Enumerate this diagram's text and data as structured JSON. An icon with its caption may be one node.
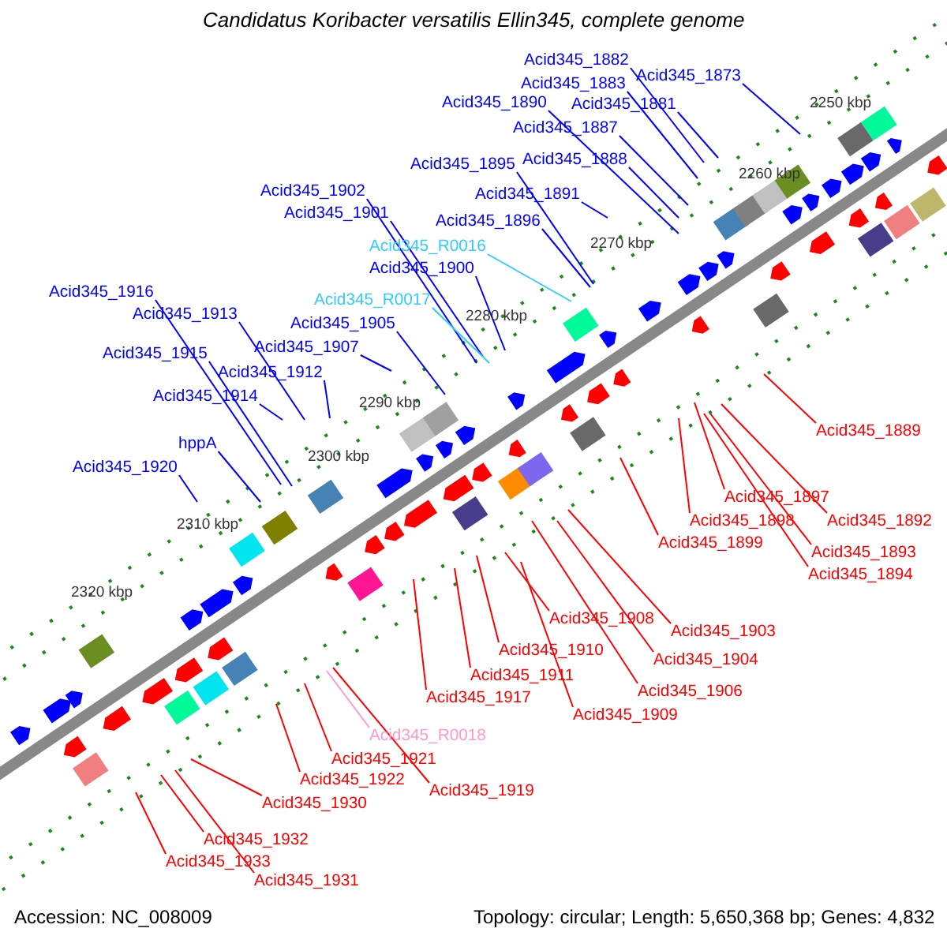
{
  "diagram": {
    "title": "Candidatus Koribacter versatilis Ellin345, complete genome",
    "nodes": [
      {
        "text": [
          "Acid345_1882"
        ]
      },
      {
        "text": [
          "Acid345_1883"
        ]
      },
      {
        "text": [
          "Acid345_1873"
        ]
      },
      {
        "text": [
          "Acid345_1890"
        ]
      },
      {
        "text": [
          "Acid345_1881"
        ]
      },
      {
        "text": [
          "Acid345_1887"
        ]
      },
      {
        "text": [
          "Acid345_1888"
        ]
      },
      {
        "text": [
          "Acid345_1895"
        ]
      },
      {
        "text": [
          "Acid345_1891"
        ]
      },
      {
        "text": [
          "Acid345_1896"
        ]
      },
      {
        "text": [
          "Acid345_1902"
        ]
      },
      {
        "text": [
          "Acid345_1901"
        ]
      },
      {
        "text": [
          "Acid345_R0016"
        ]
      },
      {
        "text": [
          "Acid345_1900"
        ]
      },
      {
        "text": [
          "Acid345_R0017"
        ]
      },
      {
        "text": [
          "Acid345_1905"
        ]
      },
      {
        "text": [
          "Acid345_1916"
        ]
      },
      {
        "text": [
          "Acid345_1913"
        ]
      },
      {
        "text": [
          "Acid345_1907"
        ]
      },
      {
        "text": [
          "Acid345_1915"
        ]
      },
      {
        "text": [
          "Acid345_1912"
        ]
      },
      {
        "text": [
          "Acid345_1914"
        ]
      },
      {
        "text": [
          "hppA"
        ]
      },
      {
        "text": [
          "Acid345_1920"
        ]
      },
      {
        "text": [
          "Acid345_1889"
        ]
      },
      {
        "text": [
          "Acid345_1897"
        ]
      },
      {
        "text": [
          "Acid345_1892"
        ]
      },
      {
        "text": [
          "Acid345_1898"
        ]
      },
      {
        "text": [
          "Acid345_1899"
        ]
      },
      {
        "text": [
          "Acid345_1893"
        ]
      },
      {
        "text": [
          "Acid345_1894"
        ]
      },
      {
        "text": [
          "Acid345_1903"
        ]
      },
      {
        "text": [
          "Acid345_1908"
        ]
      },
      {
        "text": [
          "Acid345_1904"
        ]
      },
      {
        "text": [
          "Acid345_1910"
        ]
      },
      {
        "text": [
          "Acid345_1906"
        ]
      },
      {
        "text": [
          "Acid345_1911"
        ]
      },
      {
        "text": [
          "Acid345_1909"
        ]
      },
      {
        "text": [
          "Acid345_1917"
        ]
      },
      {
        "text": [
          "Acid345_R0018"
        ]
      },
      {
        "text": [
          "Acid345_1921"
        ]
      },
      {
        "text": [
          "Acid345_1922"
        ]
      },
      {
        "text": [
          "Acid345_1919"
        ]
      },
      {
        "text": [
          "Acid345_1930"
        ]
      },
      {
        "text": [
          "Acid345_1932"
        ]
      },
      {
        "text": [
          "Acid345_1933"
        ]
      },
      {
        "text": [
          "Acid345_1931"
        ]
      }
    ],
    "edges": [
      {
        "from": 0,
        "to": null,
        "arrow": "none",
        "color": "#0000ff"
      },
      {
        "from": 1,
        "to": null,
        "arrow": "none",
        "color": "#0000ff"
      },
      {
        "from": 2,
        "to": null,
        "arrow": "none",
        "color": "#0000ff"
      },
      {
        "from": 3,
        "to": null,
        "arrow": "none",
        "color": "#0000ff"
      },
      {
        "from": 4,
        "to": null,
        "arrow": "none",
        "color": "#0000ff"
      },
      {
        "from": 5,
        "to": null,
        "arrow": "none",
        "color": "#0000ff"
      },
      {
        "from": 6,
        "to": null,
        "arrow": "none",
        "color": "#0000ff"
      },
      {
        "from": 7,
        "to": null,
        "arrow": "none",
        "color": "#0000ff"
      },
      {
        "from": 8,
        "to": null,
        "arrow": "none",
        "color": "#0000ff"
      },
      {
        "from": 9,
        "to": null,
        "arrow": "none",
        "color": "#0000ff"
      },
      {
        "from": 10,
        "to": null,
        "arrow": "none",
        "color": "#0000ff"
      },
      {
        "from": 11,
        "to": null,
        "arrow": "none",
        "color": "#0000ff"
      },
      {
        "from": 12,
        "to": null,
        "arrow": "none",
        "color": "#33ccff"
      },
      {
        "from": 13,
        "to": null,
        "arrow": "none",
        "color": "#0000ff"
      },
      {
        "from": 14,
        "to": null,
        "arrow": "none",
        "color": "#33ccff"
      },
      {
        "from": 15,
        "to": null,
        "arrow": "none",
        "color": "#0000ff"
      },
      {
        "from": 16,
        "to": null,
        "arrow": "none",
        "color": "#0000ff"
      },
      {
        "from": 17,
        "to": null,
        "arrow": "none",
        "color": "#0000ff"
      },
      {
        "from": 18,
        "to": null,
        "arrow": "none",
        "color": "#0000ff"
      },
      {
        "from": 19,
        "to": null,
        "arrow": "none",
        "color": "#0000ff"
      },
      {
        "from": 20,
        "to": null,
        "arrow": "none",
        "color": "#0000ff"
      },
      {
        "from": 21,
        "to": null,
        "arrow": "none",
        "color": "#0000ff"
      },
      {
        "from": 22,
        "to": null,
        "arrow": "none",
        "color": "#0000ff"
      },
      {
        "from": 23,
        "to": null,
        "arrow": "none",
        "color": "#0000ff"
      },
      {
        "from": 24,
        "to": null,
        "arrow": "none",
        "color": "#ff0000"
      },
      {
        "from": 25,
        "to": null,
        "arrow": "none",
        "color": "#ff0000"
      },
      {
        "from": 26,
        "to": null,
        "arrow": "none",
        "color": "#ff0000"
      },
      {
        "from": 27,
        "to": null,
        "arrow": "none",
        "color": "#ff0000"
      },
      {
        "from": 28,
        "to": null,
        "arrow": "none",
        "color": "#ff0000"
      },
      {
        "from": 29,
        "to": null,
        "arrow": "none",
        "color": "#ff0000"
      },
      {
        "from": 30,
        "to": null,
        "arrow": "none",
        "color": "#ff0000"
      },
      {
        "from": 31,
        "to": null,
        "arrow": "none",
        "color": "#ff0000"
      },
      {
        "from": 32,
        "to": null,
        "arrow": "none",
        "color": "#ff0000"
      },
      {
        "from": 33,
        "to": null,
        "arrow": "none",
        "color": "#ff0000"
      },
      {
        "from": 34,
        "to": null,
        "arrow": "none",
        "color": "#ff0000"
      },
      {
        "from": 35,
        "to": null,
        "arrow": "none",
        "color": "#ff0000"
      },
      {
        "from": 36,
        "to": null,
        "arrow": "none",
        "color": "#ff0000"
      },
      {
        "from": 37,
        "to": null,
        "arrow": "none",
        "color": "#ff0000"
      },
      {
        "from": 38,
        "to": null,
        "arrow": "none",
        "color": "#ff0000"
      },
      {
        "from": 39,
        "to": null,
        "arrow": "none",
        "color": "#ff99cc"
      },
      {
        "from": 40,
        "to": null,
        "arrow": "none",
        "color": "#ff0000"
      },
      {
        "from": 41,
        "to": null,
        "arrow": "none",
        "color": "#ff0000"
      },
      {
        "from": 42,
        "to": null,
        "arrow": "none",
        "color": "#ff0000"
      },
      {
        "from": 43,
        "to": null,
        "arrow": "none",
        "color": "#ff0000"
      },
      {
        "from": 44,
        "to": null,
        "arrow": "none",
        "color": "#ff0000"
      },
      {
        "from": 45,
        "to": null,
        "arrow": "none",
        "color": "#ff0000"
      },
      {
        "from": 46,
        "to": null,
        "arrow": "none",
        "color": "#ff0000"
      }
    ],
    "labels": [
      "2250 kbp",
      "2260 kbp",
      "2270 kbp",
      "2280 kbp",
      "2290 kbp",
      "2300 kbp",
      "2310 kbp",
      "2320 kbp",
      "Accession: NC_008009",
      "Topology: circular; Length: 5,650,368 bp; Genes: 4,832"
    ]
  }
}
